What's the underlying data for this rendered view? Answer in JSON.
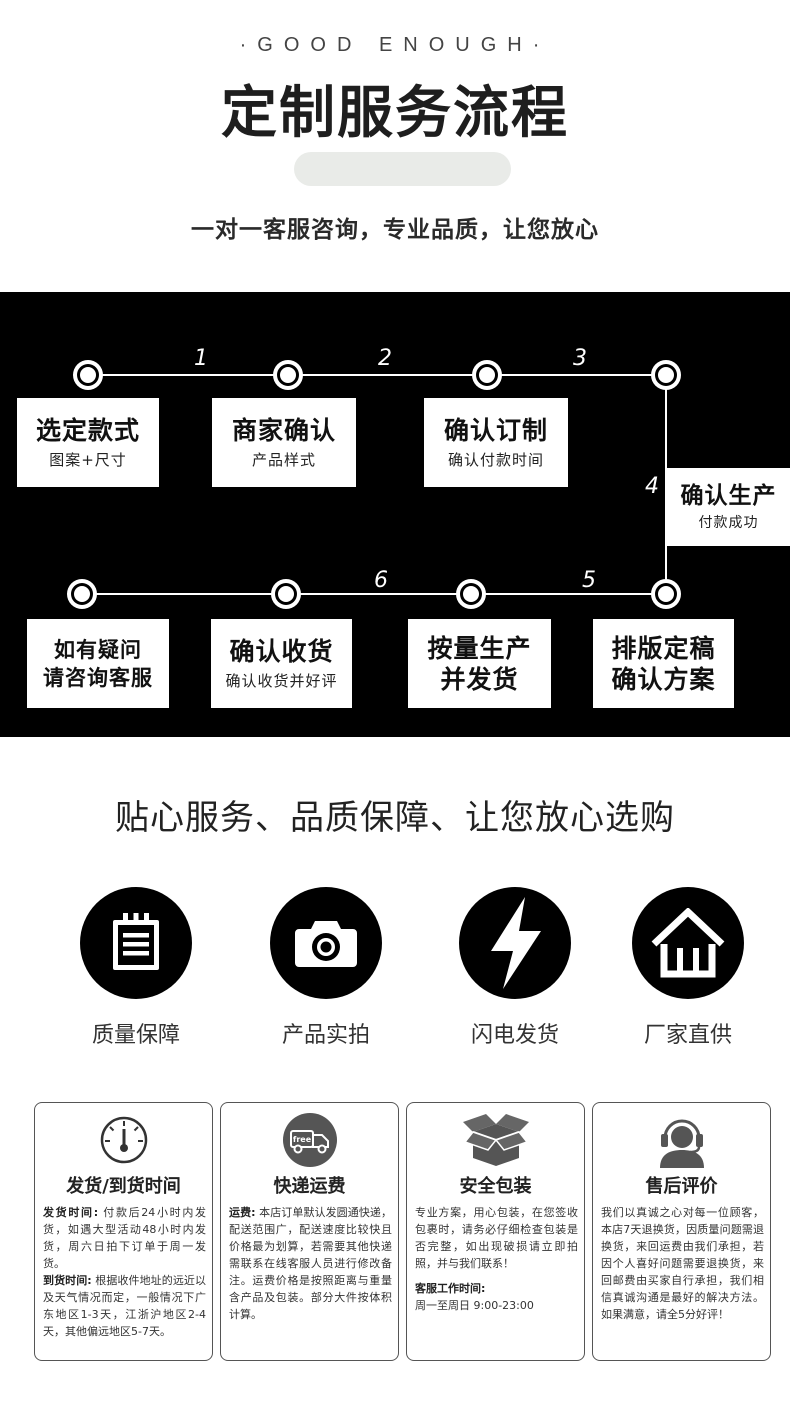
{
  "header": {
    "kicker": "·GOOD ENOUGH·",
    "title": "定制服务流程",
    "subtitle": "一对一客服咨询，专业品质，让您放心"
  },
  "flow": {
    "steps": [
      {
        "title": "选定款式",
        "sub": "图案+尺寸"
      },
      {
        "title": "商家确认",
        "sub": "产品样式"
      },
      {
        "title": "确认订制",
        "sub": "确认付款时间"
      },
      {
        "title": "确认生产",
        "sub": "付款成功"
      },
      {
        "title_lines": [
          "排版定稿",
          "确认方案"
        ]
      },
      {
        "title_lines": [
          "按量生产",
          "并发货"
        ]
      },
      {
        "title": "确认收货",
        "sub": "确认收货并好评"
      },
      {
        "title_lines": [
          "如有疑问",
          "请咨询客服"
        ]
      }
    ],
    "numbers": [
      "1",
      "2",
      "3",
      "4",
      "5",
      "6"
    ]
  },
  "services": {
    "heading": "贴心服务、品质保障、让您放心选购",
    "features": [
      {
        "label": "质量保障",
        "icon": "notepad-icon"
      },
      {
        "label": "产品实拍",
        "icon": "camera-icon"
      },
      {
        "label": "闪电发货",
        "icon": "lightning-icon"
      },
      {
        "label": "厂家直供",
        "icon": "house-icon"
      }
    ]
  },
  "info_boxes": [
    {
      "title": "发货/到货时间",
      "icon": "gauge-icon",
      "paragraphs": [
        {
          "label": "发货时间:",
          "text": " 付款后24小时内发货，如遇大型活动48小时内发货，周六日拍下订单于周一发货。"
        },
        {
          "label": "到货时间:",
          "text": " 根据收件地址的远近以及天气情况而定，一般情况下广东地区1-3天，江浙沪地区2-4天，其他偏远地区5-7天。"
        }
      ]
    },
    {
      "title": "快递运费",
      "icon": "free-shipping-truck-icon",
      "icon_text": "free",
      "paragraphs": [
        {
          "label": "运费:",
          "text": " 本店订单默认发圆通快递，配送范围广，配送速度比较快且价格最为划算，若需要其他快递需联系在线客服人员进行修改备注。运费价格是按照距离与重量含产品及包装。部分大件按体积计算。"
        }
      ]
    },
    {
      "title": "安全包装",
      "icon": "open-box-icon",
      "paragraphs": [
        {
          "label": "",
          "text": "专业方案，用心包装，在您签收包裹时，请务必仔细检查包装是否完整，如出现破损请立即拍照，并与我们联系！"
        },
        {
          "label": "客服工作时间:",
          "text": ""
        },
        {
          "label": "",
          "text": "周一至周日 9:00-23:00"
        }
      ]
    },
    {
      "title": "售后评价",
      "icon": "headset-agent-icon",
      "paragraphs": [
        {
          "label": "",
          "text": "我们以真诚之心对每一位顾客，本店7天退换货，因质量问题需退换货，来回运费由我们承担，若因个人喜好问题需要退换货，来回邮费由买家自行承担，我们相信真诚沟通是最好的解决方法。如果满意，请全5分好评！"
        }
      ]
    }
  ]
}
